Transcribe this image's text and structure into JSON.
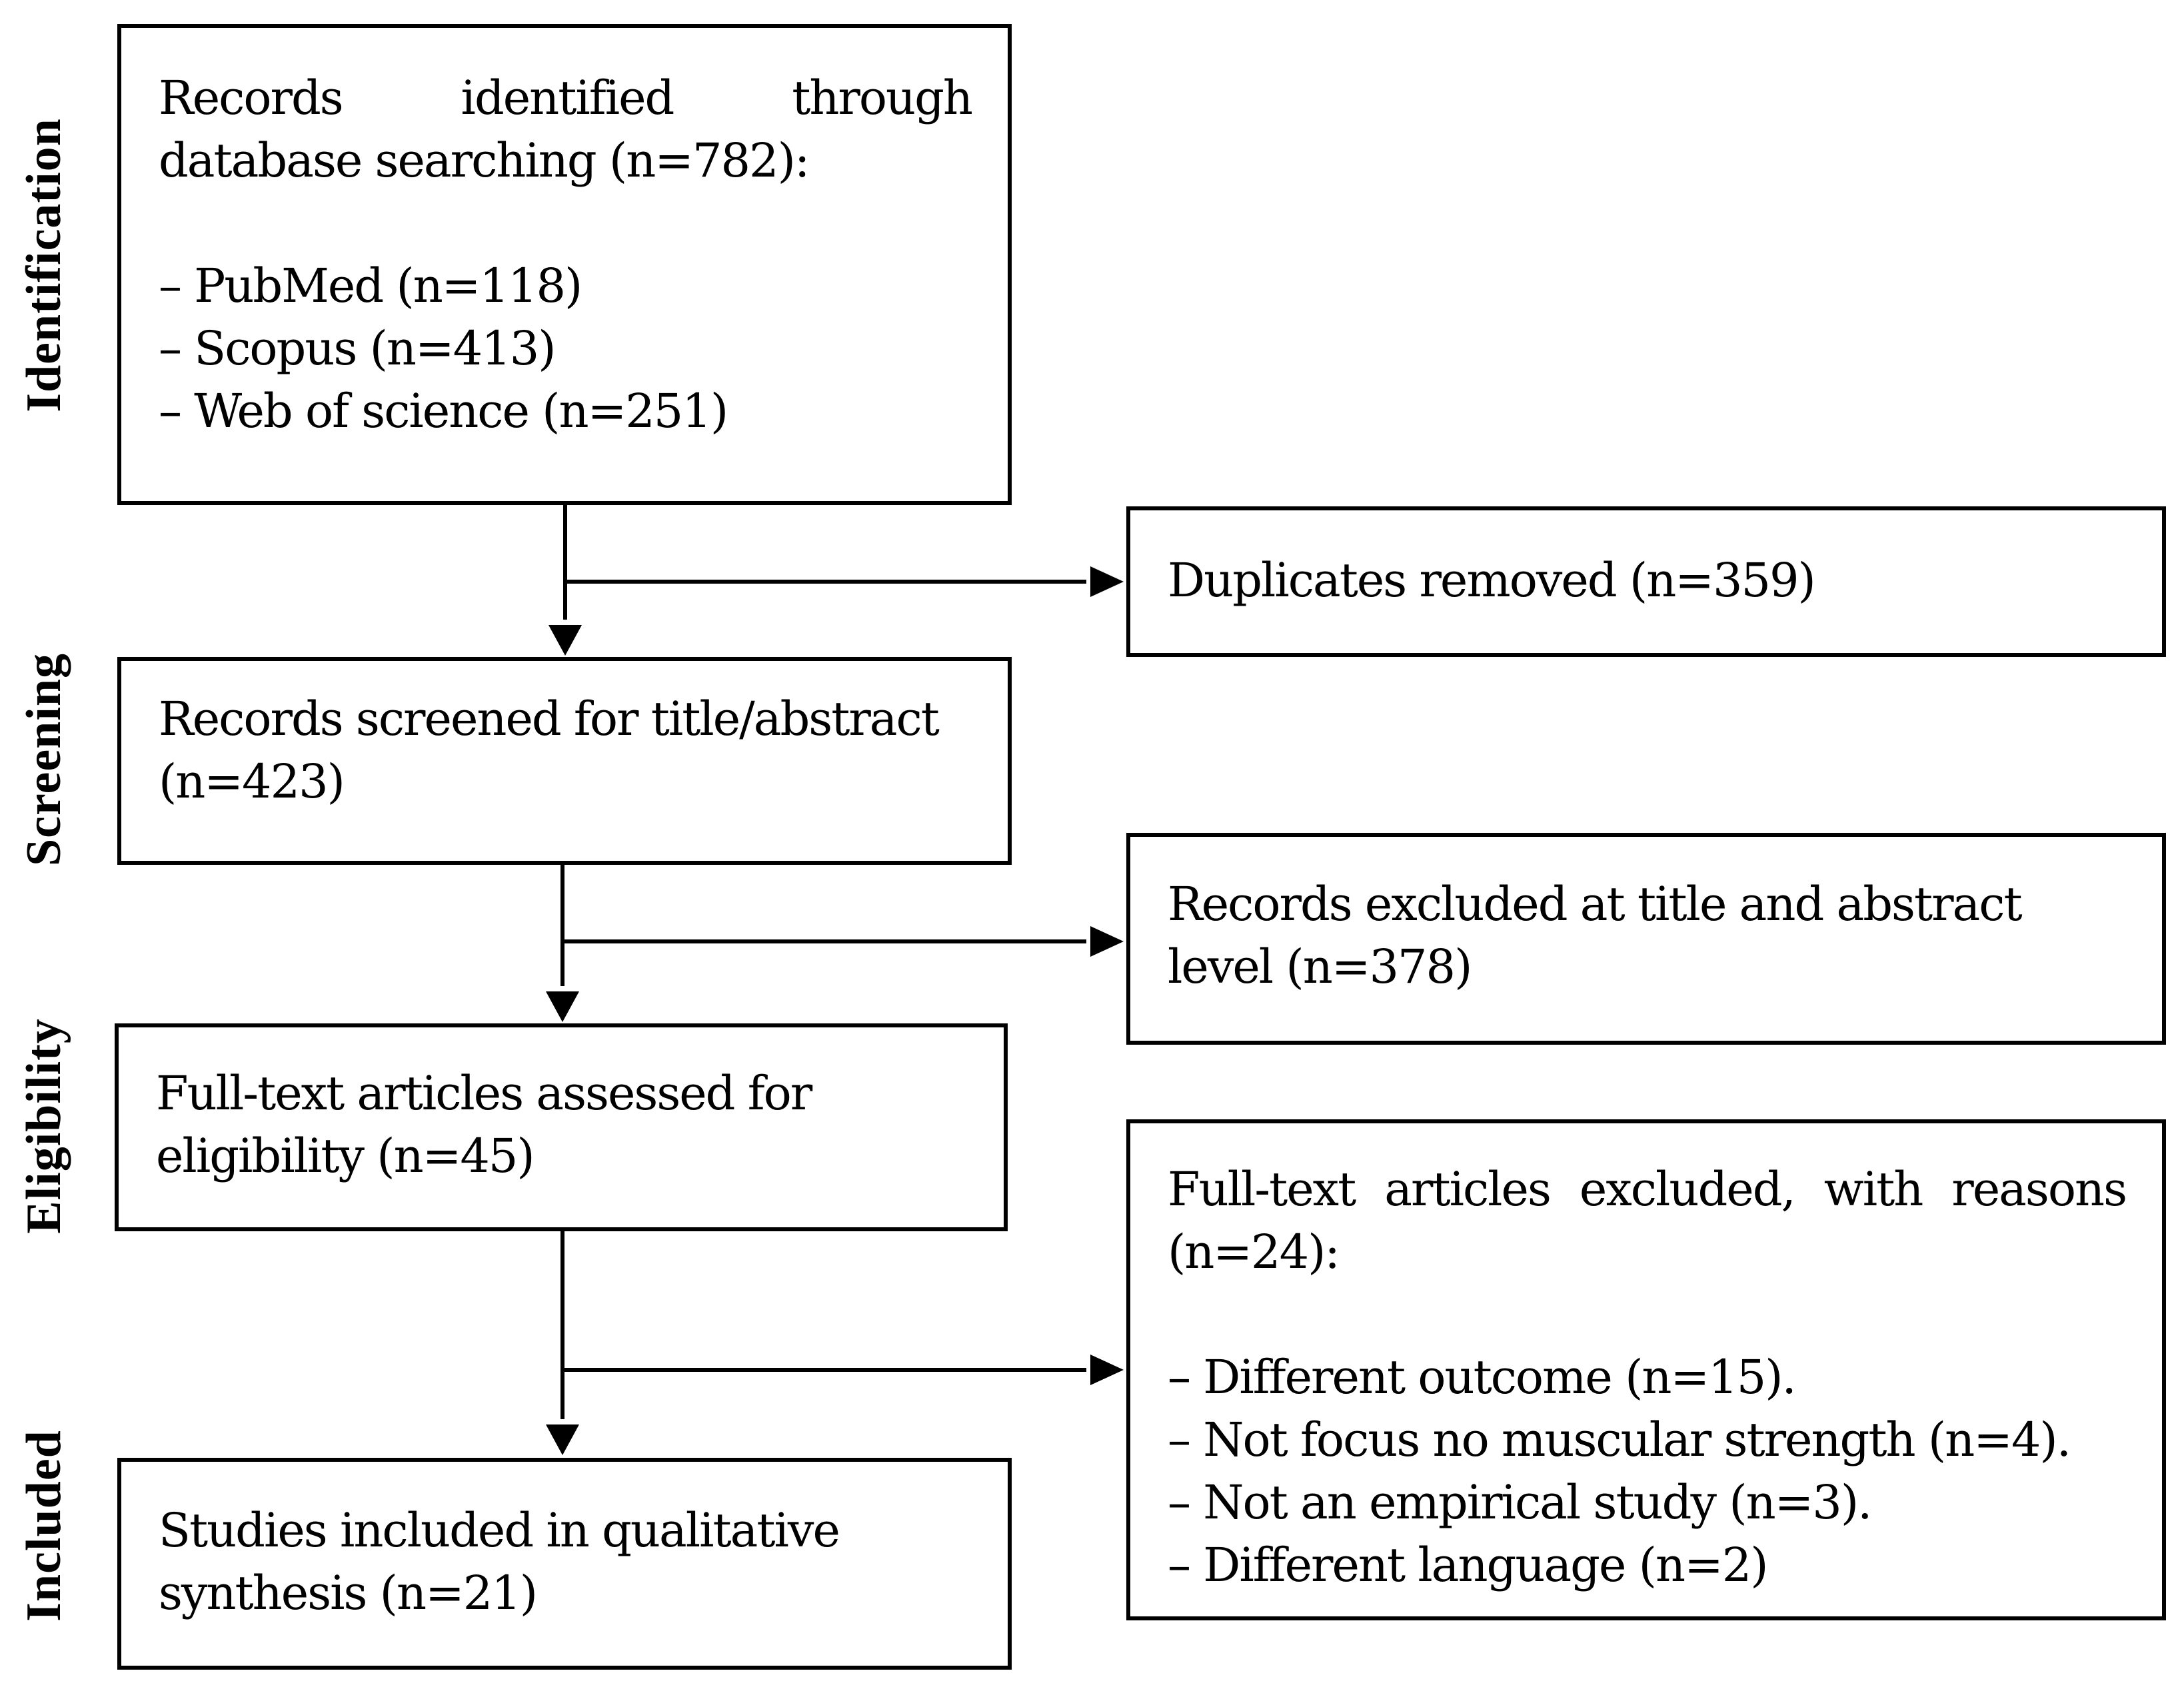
{
  "stages": {
    "identification": "Identification",
    "screening": "Screening",
    "eligibility": "Eligibility",
    "included": "Included"
  },
  "boxes": {
    "identified": {
      "title_line1": "Records identified through",
      "title_line2": "database searching (n=782):",
      "items": [
        "– PubMed (n=118)",
        "– Scopus (n=413)",
        "– Web of science (n=251)"
      ]
    },
    "duplicates": {
      "text": "Duplicates removed (n=359)"
    },
    "screened": {
      "line1": "Records screened for title/abstract",
      "line2": "(n=423)"
    },
    "excluded_title": {
      "line1": "Records excluded at title and abstract",
      "line2": "level (n=378)"
    },
    "fulltext": {
      "line1": "Full-text articles assessed for",
      "line2": "eligibility (n=45)"
    },
    "fulltext_excluded": {
      "title_line1": "Full-text articles excluded, with reasons",
      "title_line2": "(n=24):",
      "items": [
        "– Different outcome (n=15).",
        "– Not focus no muscular strength (n=4).",
        "– Not an empirical study (n=3).",
        "– Different language (n=2)"
      ]
    },
    "included": {
      "line1": "Studies included in qualitative",
      "line2": "synthesis (n=21)"
    }
  }
}
